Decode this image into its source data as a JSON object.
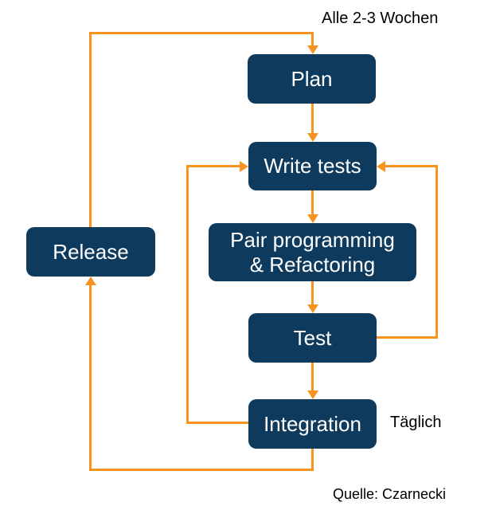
{
  "colors": {
    "background": "#ffffff",
    "node_fill": "#0e3a5d",
    "node_text": "#ffffff",
    "arrow": "#f7931e",
    "label_text": "#000000"
  },
  "nodes": [
    {
      "id": "plan",
      "label": "Plan"
    },
    {
      "id": "write-tests",
      "label": "Write tests"
    },
    {
      "id": "pair-programming",
      "label": "Pair programming\n& Refactoring"
    },
    {
      "id": "test",
      "label": "Test"
    },
    {
      "id": "integration",
      "label": "Integration"
    },
    {
      "id": "release",
      "label": "Release"
    }
  ],
  "annotations": {
    "cycle": "Alle 2-3 Wochen",
    "daily": "Täglich",
    "source": "Quelle: Czarnecki"
  },
  "edges": [
    {
      "from": "release",
      "to": "plan",
      "label": "Alle 2-3 Wochen"
    },
    {
      "from": "plan",
      "to": "write-tests"
    },
    {
      "from": "write-tests",
      "to": "pair-programming"
    },
    {
      "from": "pair-programming",
      "to": "test"
    },
    {
      "from": "test",
      "to": "write-tests"
    },
    {
      "from": "test",
      "to": "integration"
    },
    {
      "from": "integration",
      "to": "write-tests",
      "label": "Täglich"
    },
    {
      "from": "integration",
      "to": "release"
    }
  ]
}
